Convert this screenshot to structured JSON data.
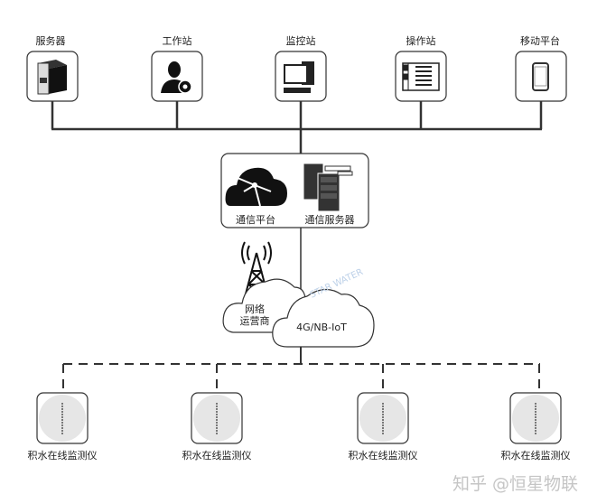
{
  "top_nodes": [
    {
      "label": "服务器",
      "icon": "server-icon"
    },
    {
      "label": "工作站",
      "icon": "user-gear-icon"
    },
    {
      "label": "监控站",
      "icon": "desktop-computer-icon"
    },
    {
      "label": "操作站",
      "icon": "control-panel-icon"
    },
    {
      "label": "移动平台",
      "icon": "smartphone-icon"
    }
  ],
  "comm": {
    "platform_label": "通信平台",
    "server_label": "通信服务器"
  },
  "network": {
    "operator_label_1": "网络",
    "operator_label_2": "运营商",
    "protocol_label": "4G/NB-IoT",
    "faint_watermark": "STAR WATER"
  },
  "devices": [
    {
      "label": "积水在线监测仪"
    },
    {
      "label": "积水在线监测仪"
    },
    {
      "label": "积水在线监测仪"
    },
    {
      "label": "积水在线监测仪"
    }
  ],
  "watermark": "知乎 @恒星物联"
}
